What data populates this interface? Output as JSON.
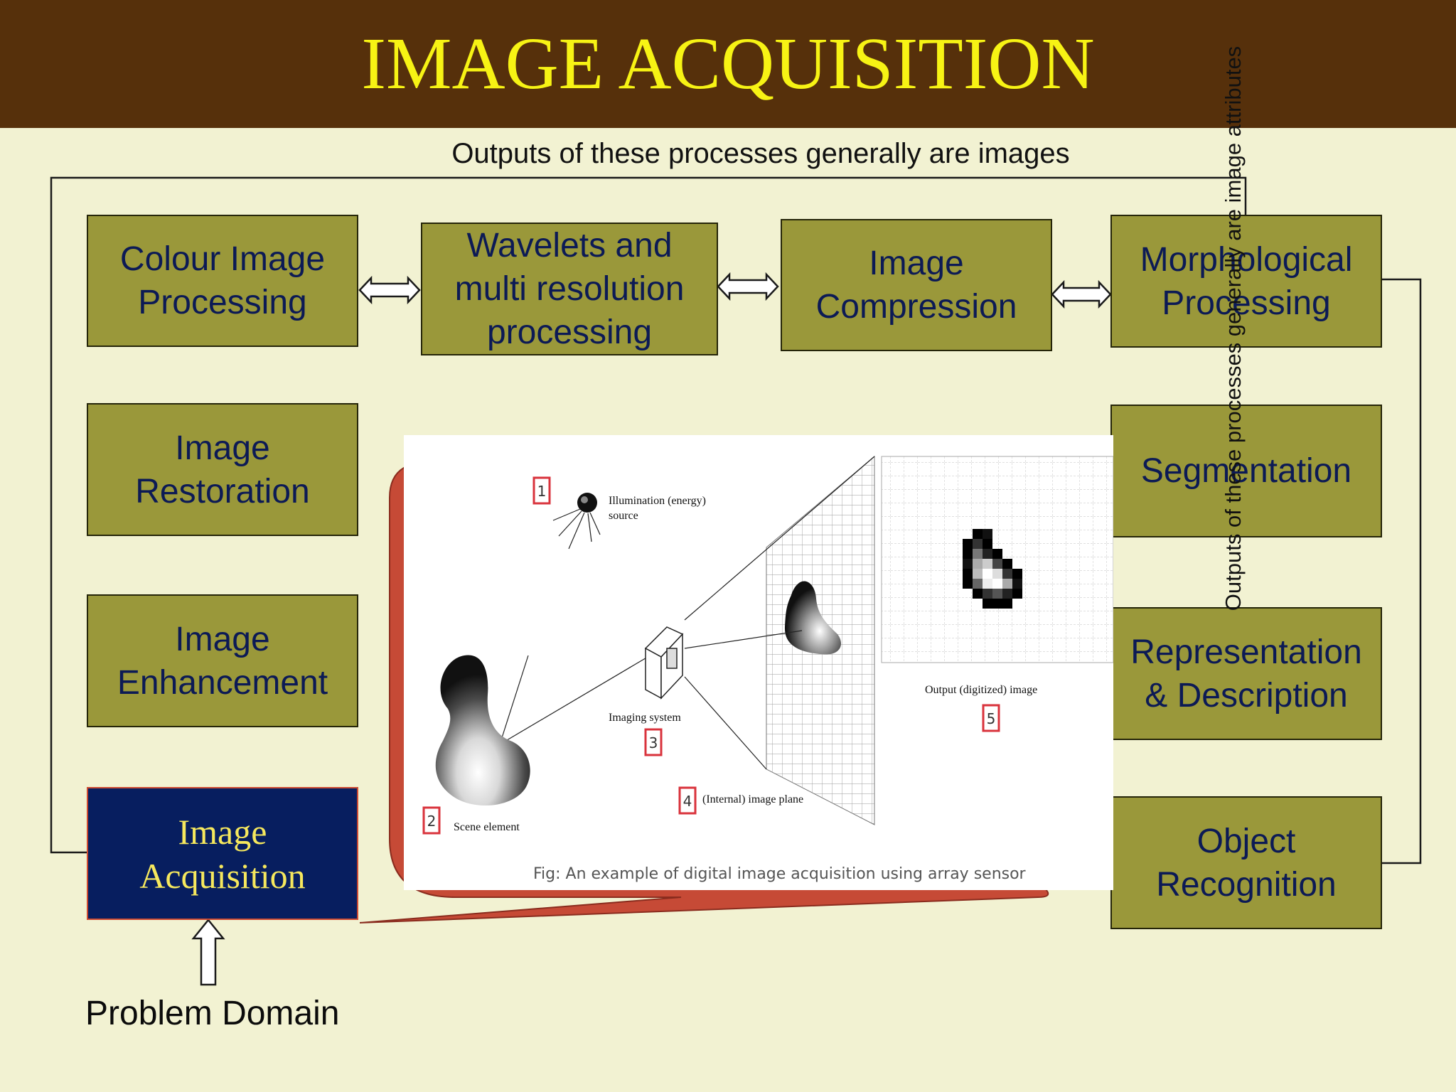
{
  "title": "IMAGE ACQUISITION",
  "top_caption": "Outputs of these processes generally are images",
  "side_caption": "Outputs of these processes generally are image attributes",
  "problem_domain": "Problem Domain",
  "boxes": {
    "colour": "Colour Image\nProcessing",
    "wavelets": "Wavelets and\nmulti resolution\nprocessing",
    "compression": "Image\nCompression",
    "morphological": "Morphological\nProcessing",
    "restoration": "Image\nRestoration",
    "segmentation": "Segmentation",
    "enhancement": "Image\nEnhancement",
    "representation": "Representation\n& Description",
    "acquisition": "Image\nAcquisition",
    "recognition": "Object\nRecognition"
  },
  "figure": {
    "caption": "Fig: An example of digital image acquisition using array sensor",
    "illumination_line1": "Illumination (energy)",
    "illumination_line2": "source",
    "output_label": "Output (digitized) image",
    "imaging_system": "Imaging system",
    "image_plane": "(Internal) image plane",
    "scene_element": "Scene element",
    "tag1": "1",
    "tag2": "2",
    "tag3": "3",
    "tag4": "4",
    "tag5": "5"
  },
  "colors": {
    "header": "#56300b",
    "title": "#f7f314",
    "background": "#f2f2d2",
    "box_fill": "#9a983a",
    "box_text": "#0c1a55",
    "acquisition_fill": "#071e5f",
    "acquisition_text": "#f6e85d",
    "callout": "#c64a36",
    "tag_red": "#d9333c"
  }
}
